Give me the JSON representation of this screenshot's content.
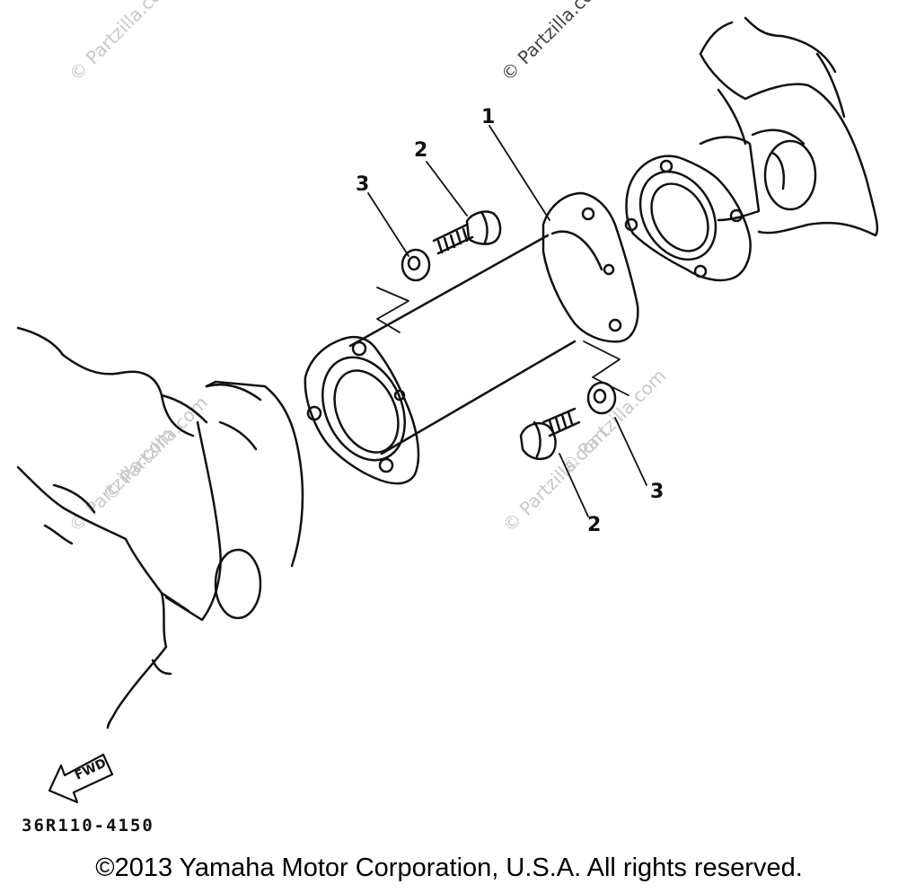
{
  "watermarks": [
    "© Partzilla.com",
    "© Partzilla.com",
    "© Partzilla.com",
    "© Partzilla.com",
    "© Partzilla.com",
    "© Partzilla.com"
  ],
  "callouts": {
    "pipe": "1",
    "bolt_upper": "2",
    "bolt_lower": "2",
    "washer_upper": "3",
    "washer_lower": "3"
  },
  "fwd_label": "FWD",
  "diagram_code": "36R110-4150",
  "copyright": "©2013 Yamaha Motor Corporation, U.S.A. All rights reserved.",
  "colors": {
    "ink": "#111111",
    "watermark": "#c8c8c8",
    "background": "#ffffff"
  }
}
